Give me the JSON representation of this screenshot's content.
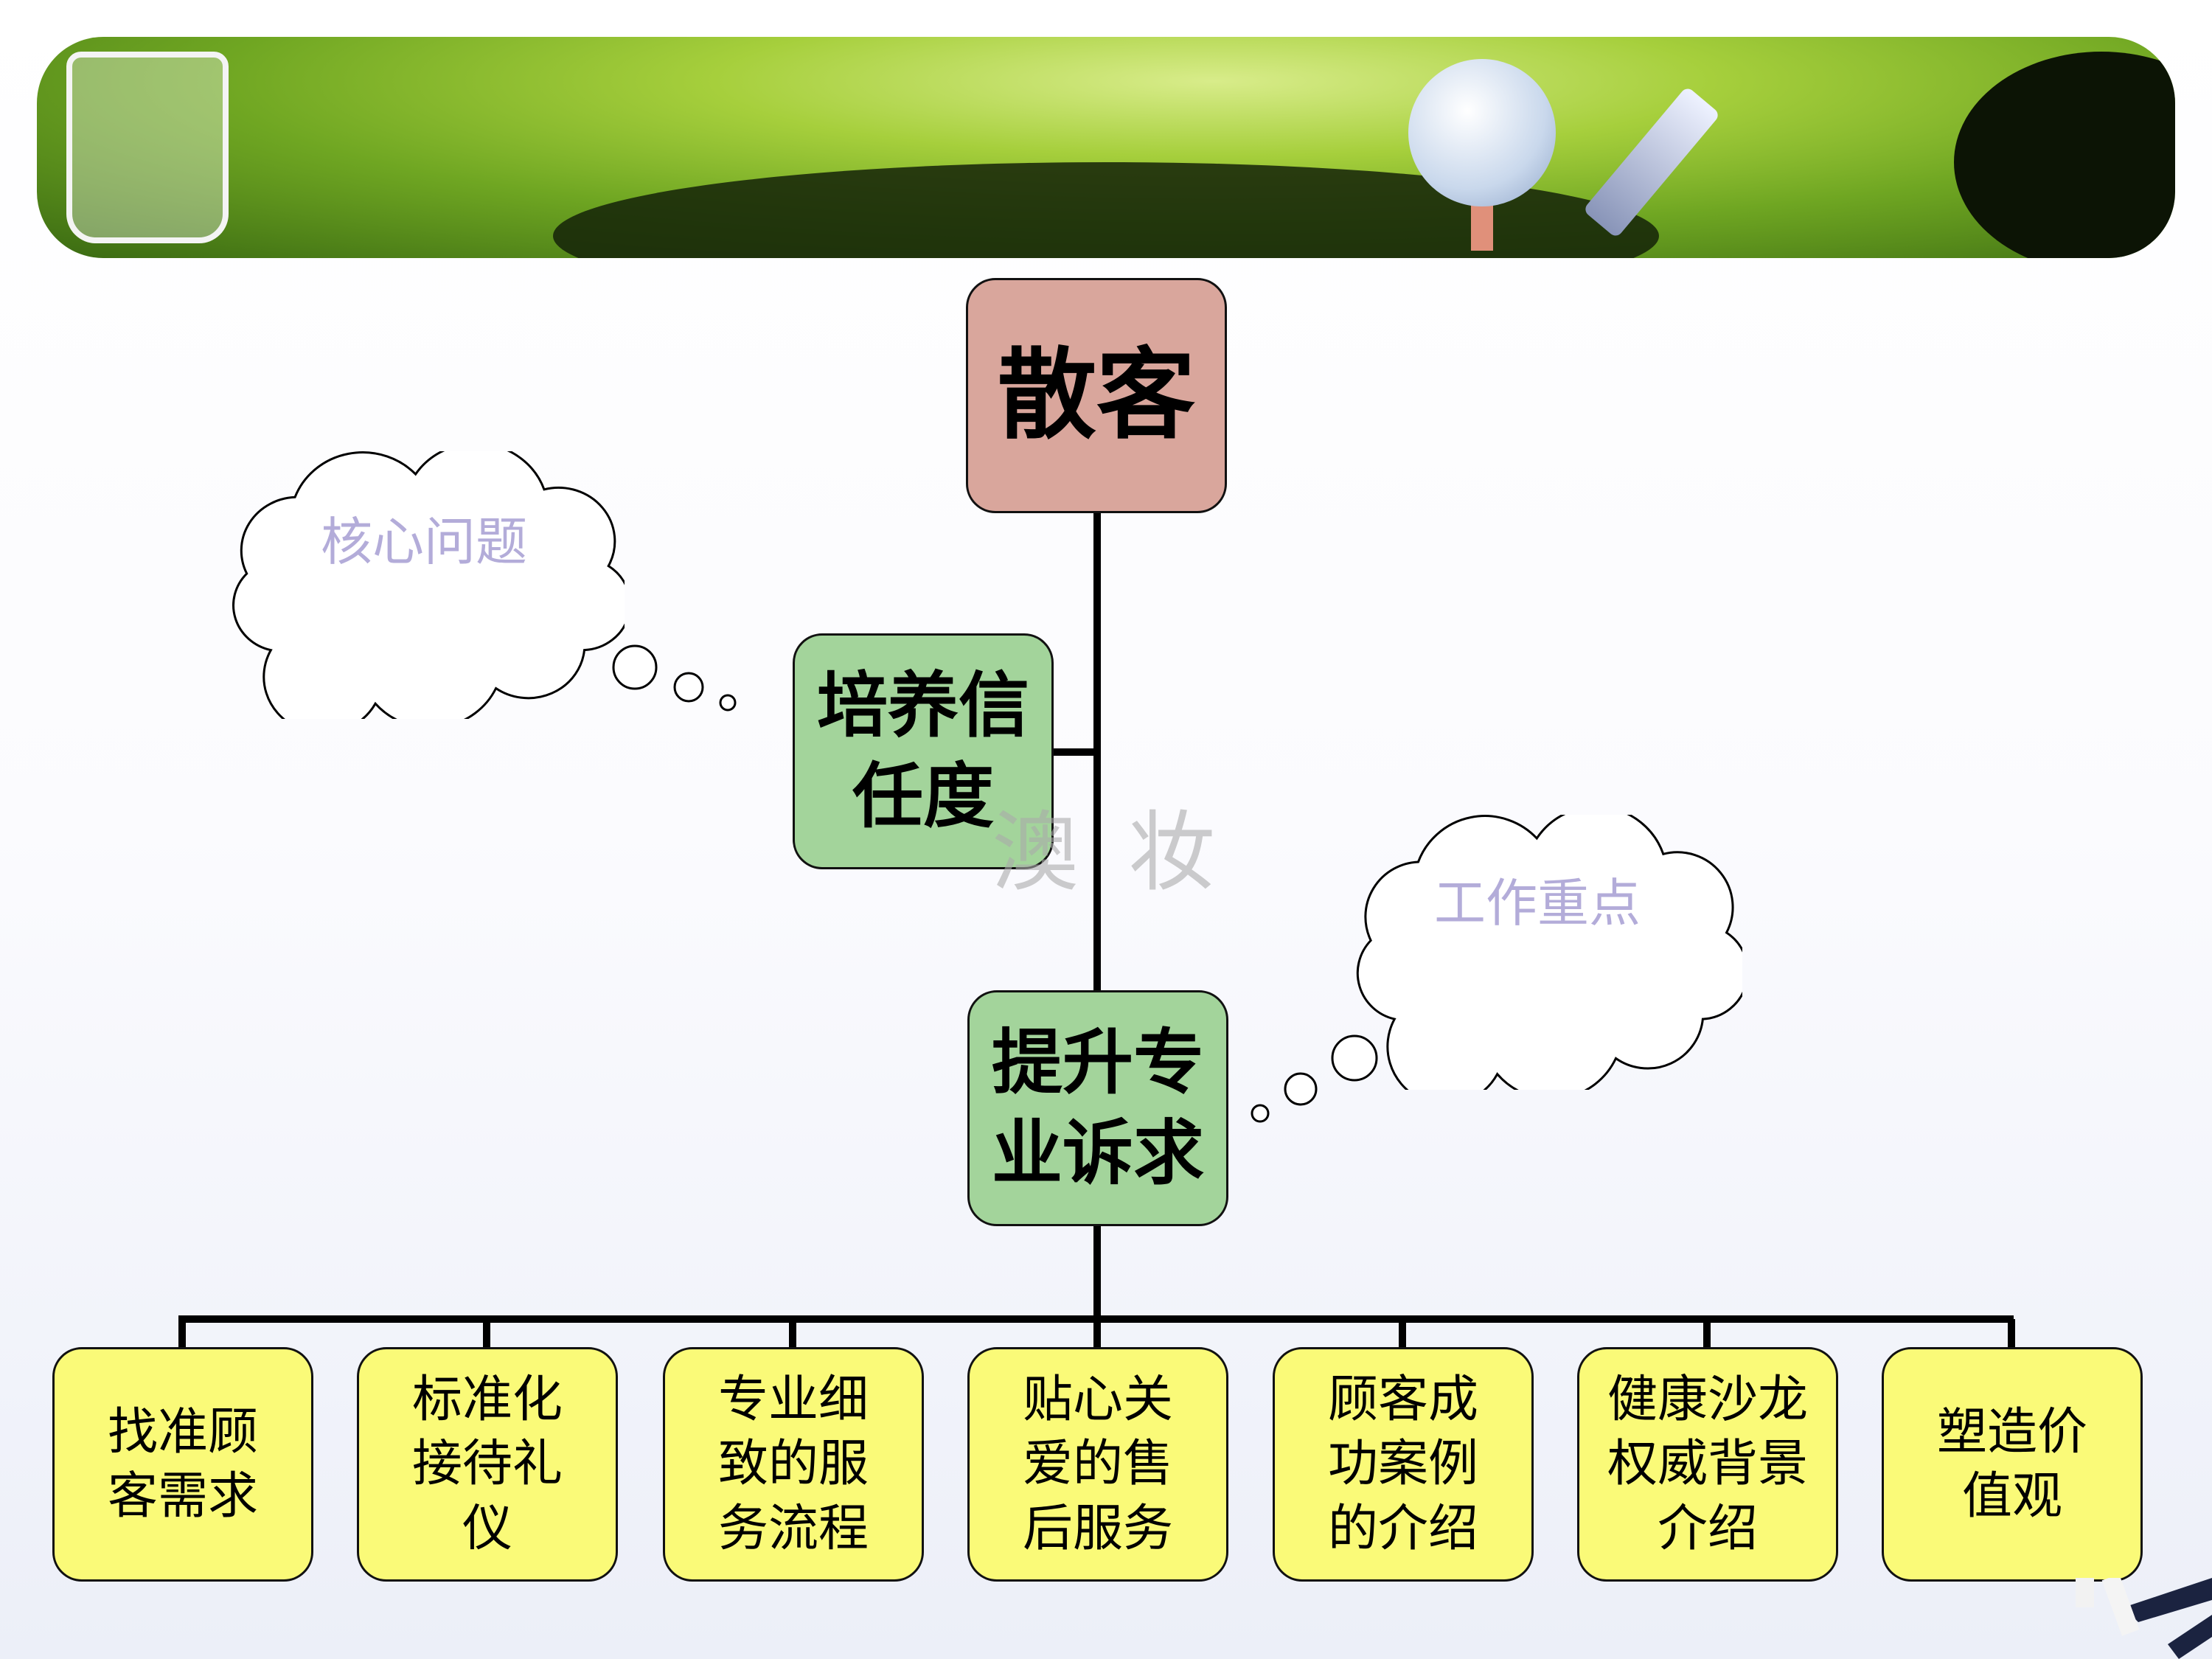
{
  "root": {
    "label": "散客"
  },
  "level1": {
    "label": "培养信任度"
  },
  "level2": {
    "label": "提升专业诉求"
  },
  "items": [
    {
      "label": "找准顾客需求"
    },
    {
      "label": "标准化接待礼仪"
    },
    {
      "label": "专业细致的服务流程"
    },
    {
      "label": "贴心关爱的售后服务"
    },
    {
      "label": "顾客成功案例的介绍"
    },
    {
      "label": "健康沙龙权威背景介绍"
    },
    {
      "label": "塑造价值观"
    }
  ],
  "callouts": [
    {
      "label": "核心问题"
    },
    {
      "label": "工作重点"
    }
  ],
  "watermark": [
    "澳",
    "妆"
  ],
  "colors": {
    "root": "#d9a69c",
    "green": "#a3d49b",
    "yellow": "#fafa78",
    "cloud_text": "#b3acd9"
  }
}
